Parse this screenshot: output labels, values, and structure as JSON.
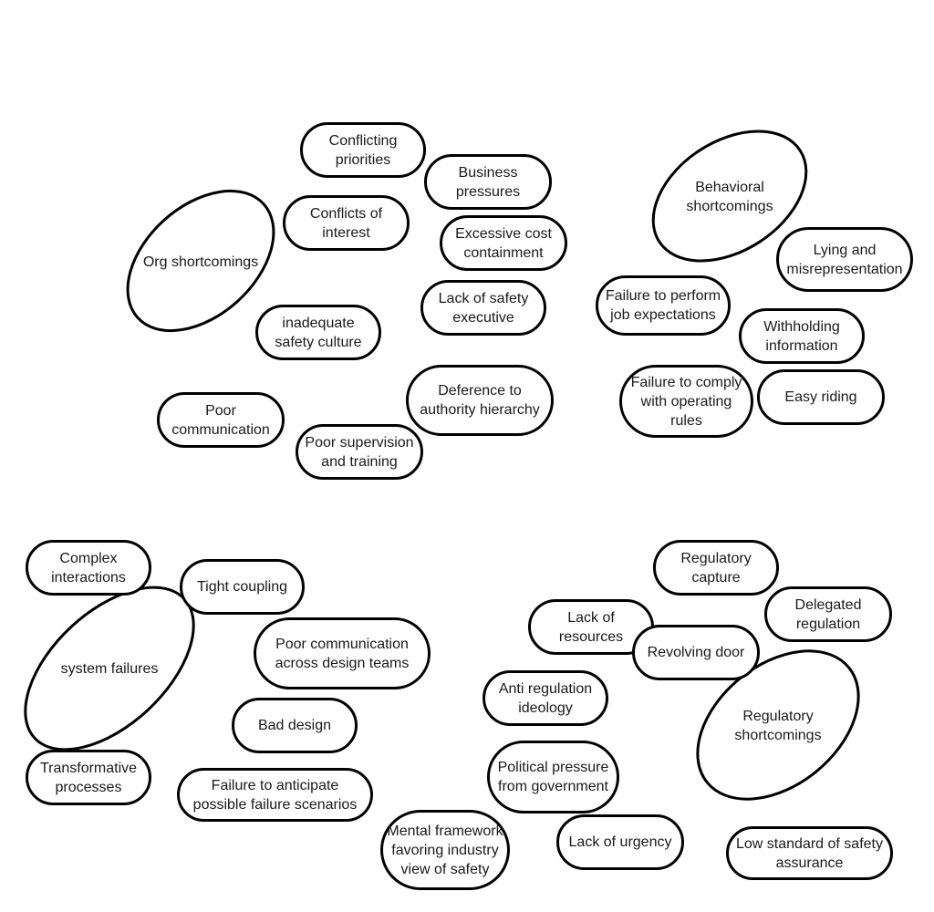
{
  "groups": {
    "org": {
      "label": "Org shortcomings",
      "items": [
        "Conflicting\npriorities",
        "Business\npressures",
        "Conflicts of\ninterest",
        "Excessive cost\ncontainment",
        "Lack of safety\nexecutive",
        "inadequate\nsafety culture",
        "Deference to\nauthority  hierarchy",
        "Poor\ncommunication",
        "Poor supervision\nand training"
      ]
    },
    "behavioral": {
      "label": "Behavioral\nshortcomings",
      "items": [
        "Lying and\nmisrepresentation",
        "Failure to perform\njob expectations",
        "Withholding\ninformation",
        "Failure to comply\nwith operating\nrules",
        "Easy riding"
      ]
    },
    "system": {
      "label": "system failures",
      "items": [
        "Complex\ninteractions",
        "Tight coupling",
        "Poor communication\nacross design teams",
        "Bad design",
        "Transformative\nprocesses",
        "Failure to anticipate\npossible failure scenarios"
      ]
    },
    "regulatory": {
      "label": "Regulatory\nshortcomings",
      "items": [
        "Regulatory\ncapture",
        "Delegated\nregulation",
        "Lack of\nresources",
        "Revolving door",
        "Anti regulation\nideology",
        "Political pressure\nfrom government",
        "Mental framework\nfavoring industry\nview of safety",
        "Lack of urgency",
        "Low standard of safety\nassurance"
      ]
    }
  }
}
